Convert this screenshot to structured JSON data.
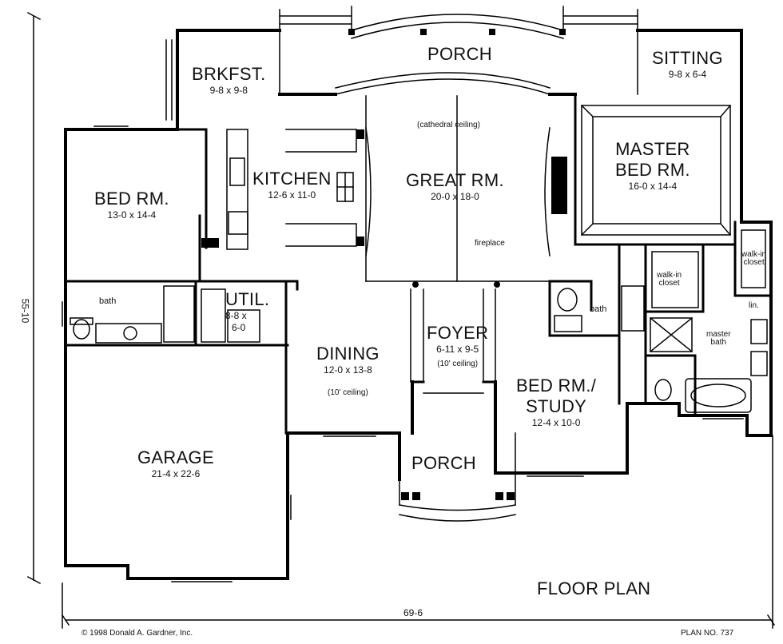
{
  "title": "FLOOR PLAN",
  "copyright": "© 1998 Donald A. Gardner, Inc.",
  "plan_number": "PLAN NO. 737",
  "overall_width": "69-6",
  "overall_depth": "55-10",
  "rooms": {
    "porch_rear": {
      "name": "PORCH"
    },
    "sitting": {
      "name": "SITTING",
      "dims": "9-8 x 6-4"
    },
    "brkfst": {
      "name": "BRKFST.",
      "dims": "9-8 x 9-8"
    },
    "kitchen": {
      "name": "KITCHEN",
      "dims": "12-6 x 11-0"
    },
    "great_rm": {
      "name": "GREAT RM.",
      "dims": "20-0 x 18-0",
      "note": "(cathedral ceiling)",
      "fireplace": "fireplace"
    },
    "master_bed": {
      "name_line1": "MASTER",
      "name_line2": "BED RM.",
      "dims": "16-0 x 14-4"
    },
    "bed_rm": {
      "name": "BED RM.",
      "dims": "13-0 x 14-4"
    },
    "bath_left": {
      "name": "bath"
    },
    "util": {
      "name": "UTIL.",
      "dims_line1": "8-8 x",
      "dims_line2": "6-0"
    },
    "dining": {
      "name": "DINING",
      "dims": "12-0 x 13-8",
      "note": "(10' ceiling)"
    },
    "foyer": {
      "name": "FOYER",
      "dims": "6-11 x 9-5",
      "note": "(10' ceiling)"
    },
    "bath_mid": {
      "name": "bath"
    },
    "bed_study": {
      "name_line1": "BED RM./",
      "name_line2": "STUDY",
      "dims": "12-4 x 10-0"
    },
    "walkin_closet_1": {
      "name_line1": "walk-in",
      "name_line2": "closet"
    },
    "walkin_closet_2": {
      "name_line1": "walk-in",
      "name_line2": "closet"
    },
    "master_bath": {
      "name_line1": "master",
      "name_line2": "bath"
    },
    "linen": {
      "name": "lin."
    },
    "porch_front": {
      "name": "PORCH"
    },
    "garage": {
      "name": "GARAGE",
      "dims": "21-4 x 22-6"
    }
  }
}
